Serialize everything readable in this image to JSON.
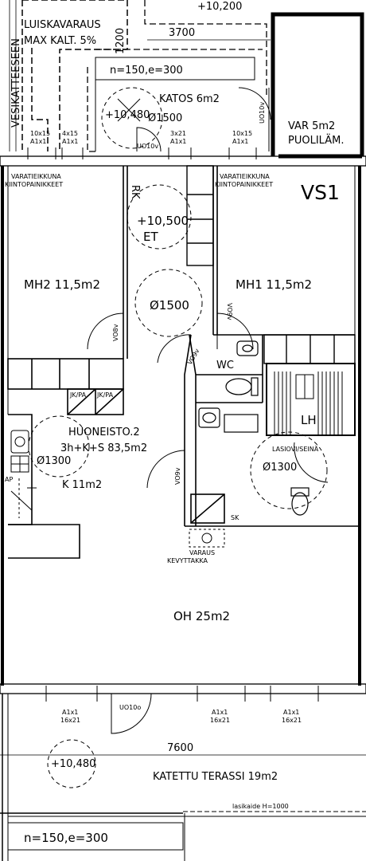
{
  "labels": {
    "luiskavaraus": "LUISKAVARAUS",
    "max_kalt": "MAX KALT. 5%",
    "vesikatteesen": "VESIKATTEESEEN",
    "dim_1200": "1200",
    "elev_top": "+10,200",
    "dim_3700": "3700",
    "stairs_top": "n=150,e=300",
    "katos": "KATOS 6m2",
    "elev_katos": "+10,480",
    "dia_katos": "Ø1500",
    "door_uo10v_top": "UO10v",
    "door_uo10v_right": "UO10v",
    "var_line1": "VAR 5m2",
    "var_line2": "PUOLILÄM.",
    "w1_size": "10x15",
    "w1_type": "A1x1",
    "w2_size": "4x15",
    "w2_type": "A1x1",
    "w3_size": "3x21",
    "w3_type": "A1x1",
    "w4_size": "10x15",
    "w4_type": "A1x1",
    "varatie_left_1": "VARATIEIKKUNA",
    "varatie_left_2": "KIINTOPAINIKKEET",
    "varatie_right_1": "VARATIEIKKUNA",
    "varatie_right_2": "KIINTOPAINIKKEET",
    "vs1": "VS1",
    "rk": "RK",
    "elev_et": "+10,500",
    "et": "ET",
    "mh2": "MH2  11,5m2",
    "mh1": "MH1  11,5m2",
    "dia_hall": "Ø1500",
    "door_vo8v_left": "VO8v",
    "door_vo9v_mh1": "VO9v",
    "door_vo9v_wc": "VO9v",
    "door_vo9v_hall": "VO9v",
    "wc": "WC",
    "jk_pa_1": "JK/PA",
    "jk_pa_2": "JK/PA",
    "lh": "LH",
    "lasiovi": "LASIOVI/SEINÄ",
    "dia_bath": "Ø1300",
    "huoneisto": "HUONEISTO.2",
    "huoneisto_size": "3h+K+S  83,5m2",
    "dia_k": "Ø1300",
    "k": "K  11m2",
    "ap": "AP",
    "sk": "SK",
    "varaus1": "VARAUS",
    "varaus2": "KEVYTTAKKA",
    "oh": "OH  25m2",
    "door_uo10o": "UO10o",
    "t1_type": "A1x1",
    "t1_size": "16x21",
    "t2_type": "A1x1",
    "t2_size": "16x21",
    "t3_type": "A1x1",
    "t3_size": "16x21",
    "dim_7600": "7600",
    "elev_terassi": "+10,480",
    "terassi": "KATETTU  TERASSI  19m2",
    "lasikaide": "lasikaide  H=1000",
    "stairs_bottom": "n=150,e=300"
  },
  "colors": {
    "line": "#000000",
    "background": "#ffffff"
  }
}
